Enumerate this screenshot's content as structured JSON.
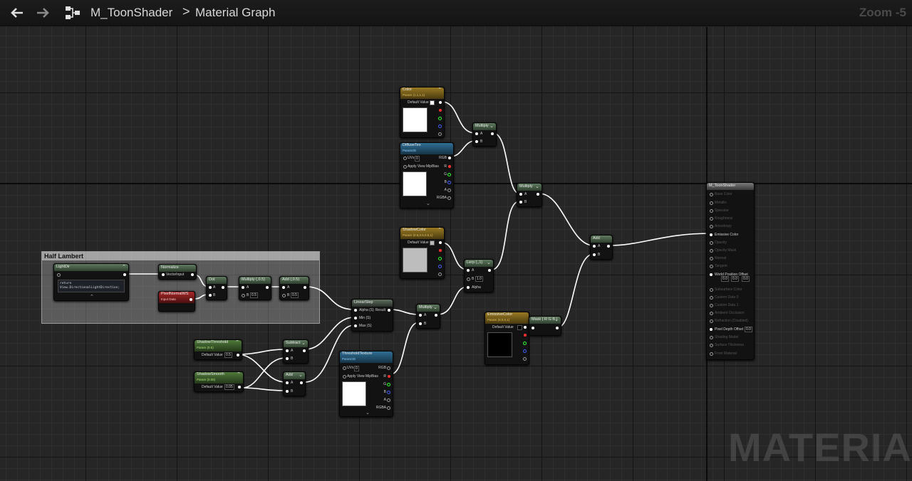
{
  "toolbar": {
    "asset_name": "M_ToonShader",
    "separator": ">",
    "graph_name": "Material Graph",
    "zoom": "Zoom -5"
  },
  "watermark": "MATERIAL",
  "comment": {
    "title": "Half Lambert"
  },
  "nodes": {
    "lightdir": {
      "title": "LightDir",
      "code": "return View.DirectionalLightDirection;"
    },
    "normalize": {
      "title": "Normalize",
      "pin": "VectorInput"
    },
    "pixelnormal": {
      "title": "PixelNormalWS",
      "subtitle": "Input Data"
    },
    "dot": {
      "title": "Dot",
      "a": "A",
      "b": "B"
    },
    "multiply05": {
      "title": "Multiply (,0.5)",
      "a": "A",
      "b": "B",
      "b_value": "0.5"
    },
    "add05": {
      "title": "Add (,0.5)",
      "a": "A",
      "b": "B",
      "b_value": "0.5"
    },
    "color": {
      "title": "Color",
      "subtitle": "Param (1,1,1,1)",
      "default_label": "Default Value"
    },
    "diffusetex": {
      "title": "DiffuseTex",
      "subtitle": "Param2D",
      "uvs": "UVs",
      "uvs_value": "0",
      "mip": "Apply View MipBias",
      "outs": [
        "RGB",
        "R",
        "G",
        "B",
        "A",
        "RGBA"
      ]
    },
    "multiply1": {
      "title": "Multiply",
      "a": "A",
      "b": "B"
    },
    "multiply2": {
      "title": "Multiply",
      "a": "A",
      "b": "B"
    },
    "shadowcolor": {
      "title": "ShadowColor",
      "subtitle": "Param (0.5,0.5,0.5,1)",
      "default_label": "Default Value"
    },
    "lerp": {
      "title": "Lerp (,,1)",
      "a": "A",
      "b": "B",
      "b_value": "1.0",
      "alpha": "Alpha"
    },
    "add_final": {
      "title": "Add",
      "a": "A",
      "b": "B"
    },
    "linearstep": {
      "title": "LinearStep",
      "alpha": "Alpha (S)",
      "min": "Min (S)",
      "max": "Max (S)",
      "result": "Result"
    },
    "multiply3": {
      "title": "Multiply",
      "a": "A",
      "b": "B"
    },
    "shadowthreshold": {
      "title": "ShadowThreshold",
      "subtitle": "Param (0.5)",
      "default_label": "Default Value",
      "value": "0.5"
    },
    "shadowsmooth": {
      "title": "ShadowSmooth",
      "subtitle": "Param (0.05)",
      "default_label": "Default Value",
      "value": "0.05"
    },
    "subtract": {
      "title": "Subtract",
      "a": "A",
      "b": "B"
    },
    "add_small": {
      "title": "Add",
      "a": "A",
      "b": "B"
    },
    "thresholdtex": {
      "title": "ThresholdTexture",
      "subtitle": "Param2D",
      "uvs": "UVs",
      "uvs_value": "0",
      "mip": "Apply View MipBias",
      "outs": [
        "RGB",
        "R",
        "G",
        "B",
        "A",
        "RGBA"
      ]
    },
    "emissivecolor": {
      "title": "EmissiveColor",
      "subtitle": "Param (0,0,0,1)",
      "default_label": "Default Value"
    },
    "mask": {
      "title": "Mask ( R G B )"
    },
    "result": {
      "title": "M_ToonShader",
      "pins": [
        "Base Color",
        "Metallic",
        "Specular",
        "Roughness",
        "Anisotropy",
        "Emissive Color",
        "Opacity",
        "Opacity Mask",
        "Normal",
        "Tangent",
        "World Position Offset",
        "Subsurface Color",
        "Custom Data 0",
        "Custom Data 1",
        "Ambient Occlusion",
        "Refraction (Disabled)",
        "Pixel Depth Offset",
        "Shading Model",
        "Surface Thickness",
        "Front Material"
      ],
      "wpo_values": [
        "0.0",
        "0.0",
        "0.0"
      ],
      "pdo_value": "0.0"
    }
  }
}
